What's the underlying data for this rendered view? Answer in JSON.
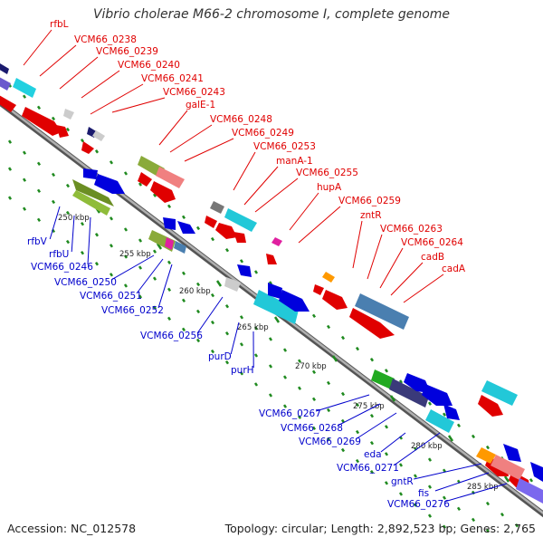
{
  "title": "Vibrio cholerae M66-2 chromosome I, complete genome",
  "footer": {
    "accession": "Accession: NC_012578",
    "topology": "Topology: circular; Length: 2,892,523 bp; Genes: 2,765"
  },
  "colors": {
    "forward_label": "#e00000",
    "reverse_label": "#0000cc",
    "backbone": "#9a9a9a",
    "tick_dots": "#1f8a1f"
  },
  "scale_ticks": [
    "250 kbp",
    "255 kbp",
    "260 kbp",
    "265 kbp",
    "270 kbp",
    "275 kbp",
    "280 kbp",
    "285 kbp"
  ],
  "forward_genes": [
    {
      "label": "rfbL"
    },
    {
      "label": "VCM66_0238"
    },
    {
      "label": "VCM66_0239"
    },
    {
      "label": "VCM66_0240"
    },
    {
      "label": "VCM66_0241"
    },
    {
      "label": "VCM66_0243"
    },
    {
      "label": "galE-1"
    },
    {
      "label": "VCM66_0248"
    },
    {
      "label": "VCM66_0249"
    },
    {
      "label": "VCM66_0253"
    },
    {
      "label": "manA-1"
    },
    {
      "label": "VCM66_0255"
    },
    {
      "label": "hupA"
    },
    {
      "label": "VCM66_0259"
    },
    {
      "label": "zntR"
    },
    {
      "label": "VCM66_0263"
    },
    {
      "label": "VCM66_0264"
    },
    {
      "label": "cadB"
    },
    {
      "label": "cadA"
    }
  ],
  "reverse_genes": [
    {
      "label": "rfbV"
    },
    {
      "label": "rfbU"
    },
    {
      "label": "VCM66_0246"
    },
    {
      "label": "VCM66_0250"
    },
    {
      "label": "VCM66_0251"
    },
    {
      "label": "VCM66_0252"
    },
    {
      "label": "VCM66_0256"
    },
    {
      "label": "purD"
    },
    {
      "label": "purH"
    },
    {
      "label": "VCM66_0267"
    },
    {
      "label": "VCM66_0268"
    },
    {
      "label": "VCM66_0269"
    },
    {
      "label": "eda"
    },
    {
      "label": "VCM66_0271"
    },
    {
      "label": "gntR"
    },
    {
      "label": "fis"
    },
    {
      "label": "VCM66_0276"
    }
  ]
}
